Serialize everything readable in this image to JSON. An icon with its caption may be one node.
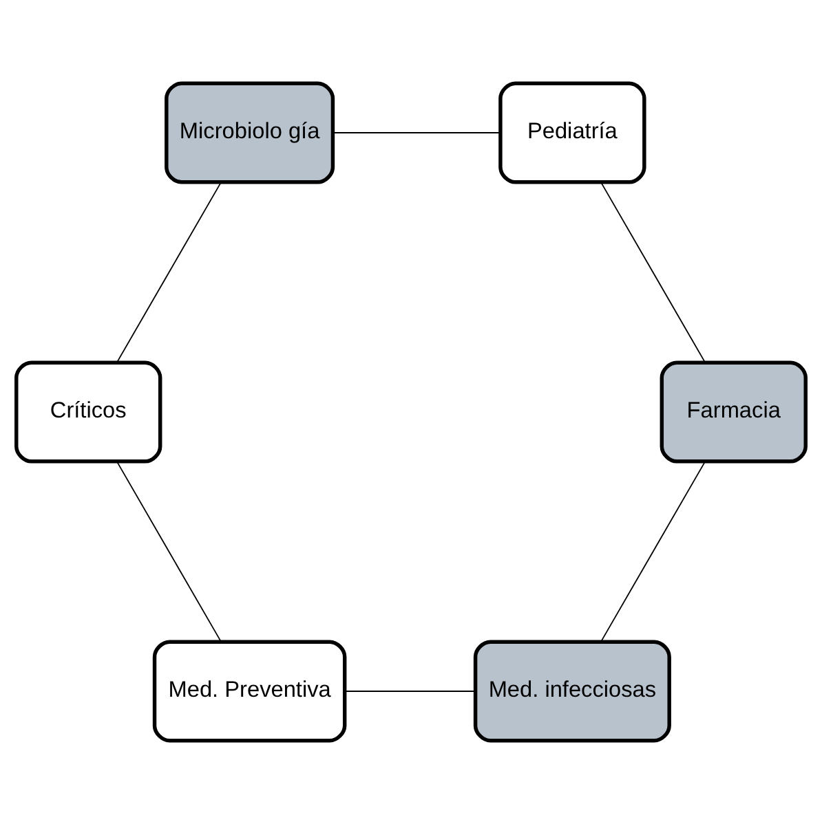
{
  "diagram": {
    "nodes": [
      {
        "text": [
          "Med. infecciosas"
        ]
      },
      {
        "text": [
          "Farmacia"
        ]
      },
      {
        "text": [
          "Med. Preventiva"
        ]
      },
      {
        "text": [
          "Pediatría"
        ]
      },
      {
        "text": [
          "Críticos"
        ]
      },
      {
        "text": [
          "Microbiolo gía"
        ]
      }
    ],
    "edges": [
      {
        "from": 0,
        "to": 2,
        "arrow": "none"
      },
      {
        "from": 2,
        "to": 4,
        "arrow": "none"
      },
      {
        "from": 4,
        "to": 5,
        "arrow": "none"
      },
      {
        "from": 5,
        "to": 3,
        "arrow": "none"
      },
      {
        "from": 3,
        "to": 1,
        "arrow": "none"
      },
      {
        "from": 1,
        "to": 0,
        "arrow": "none"
      }
    ]
  }
}
